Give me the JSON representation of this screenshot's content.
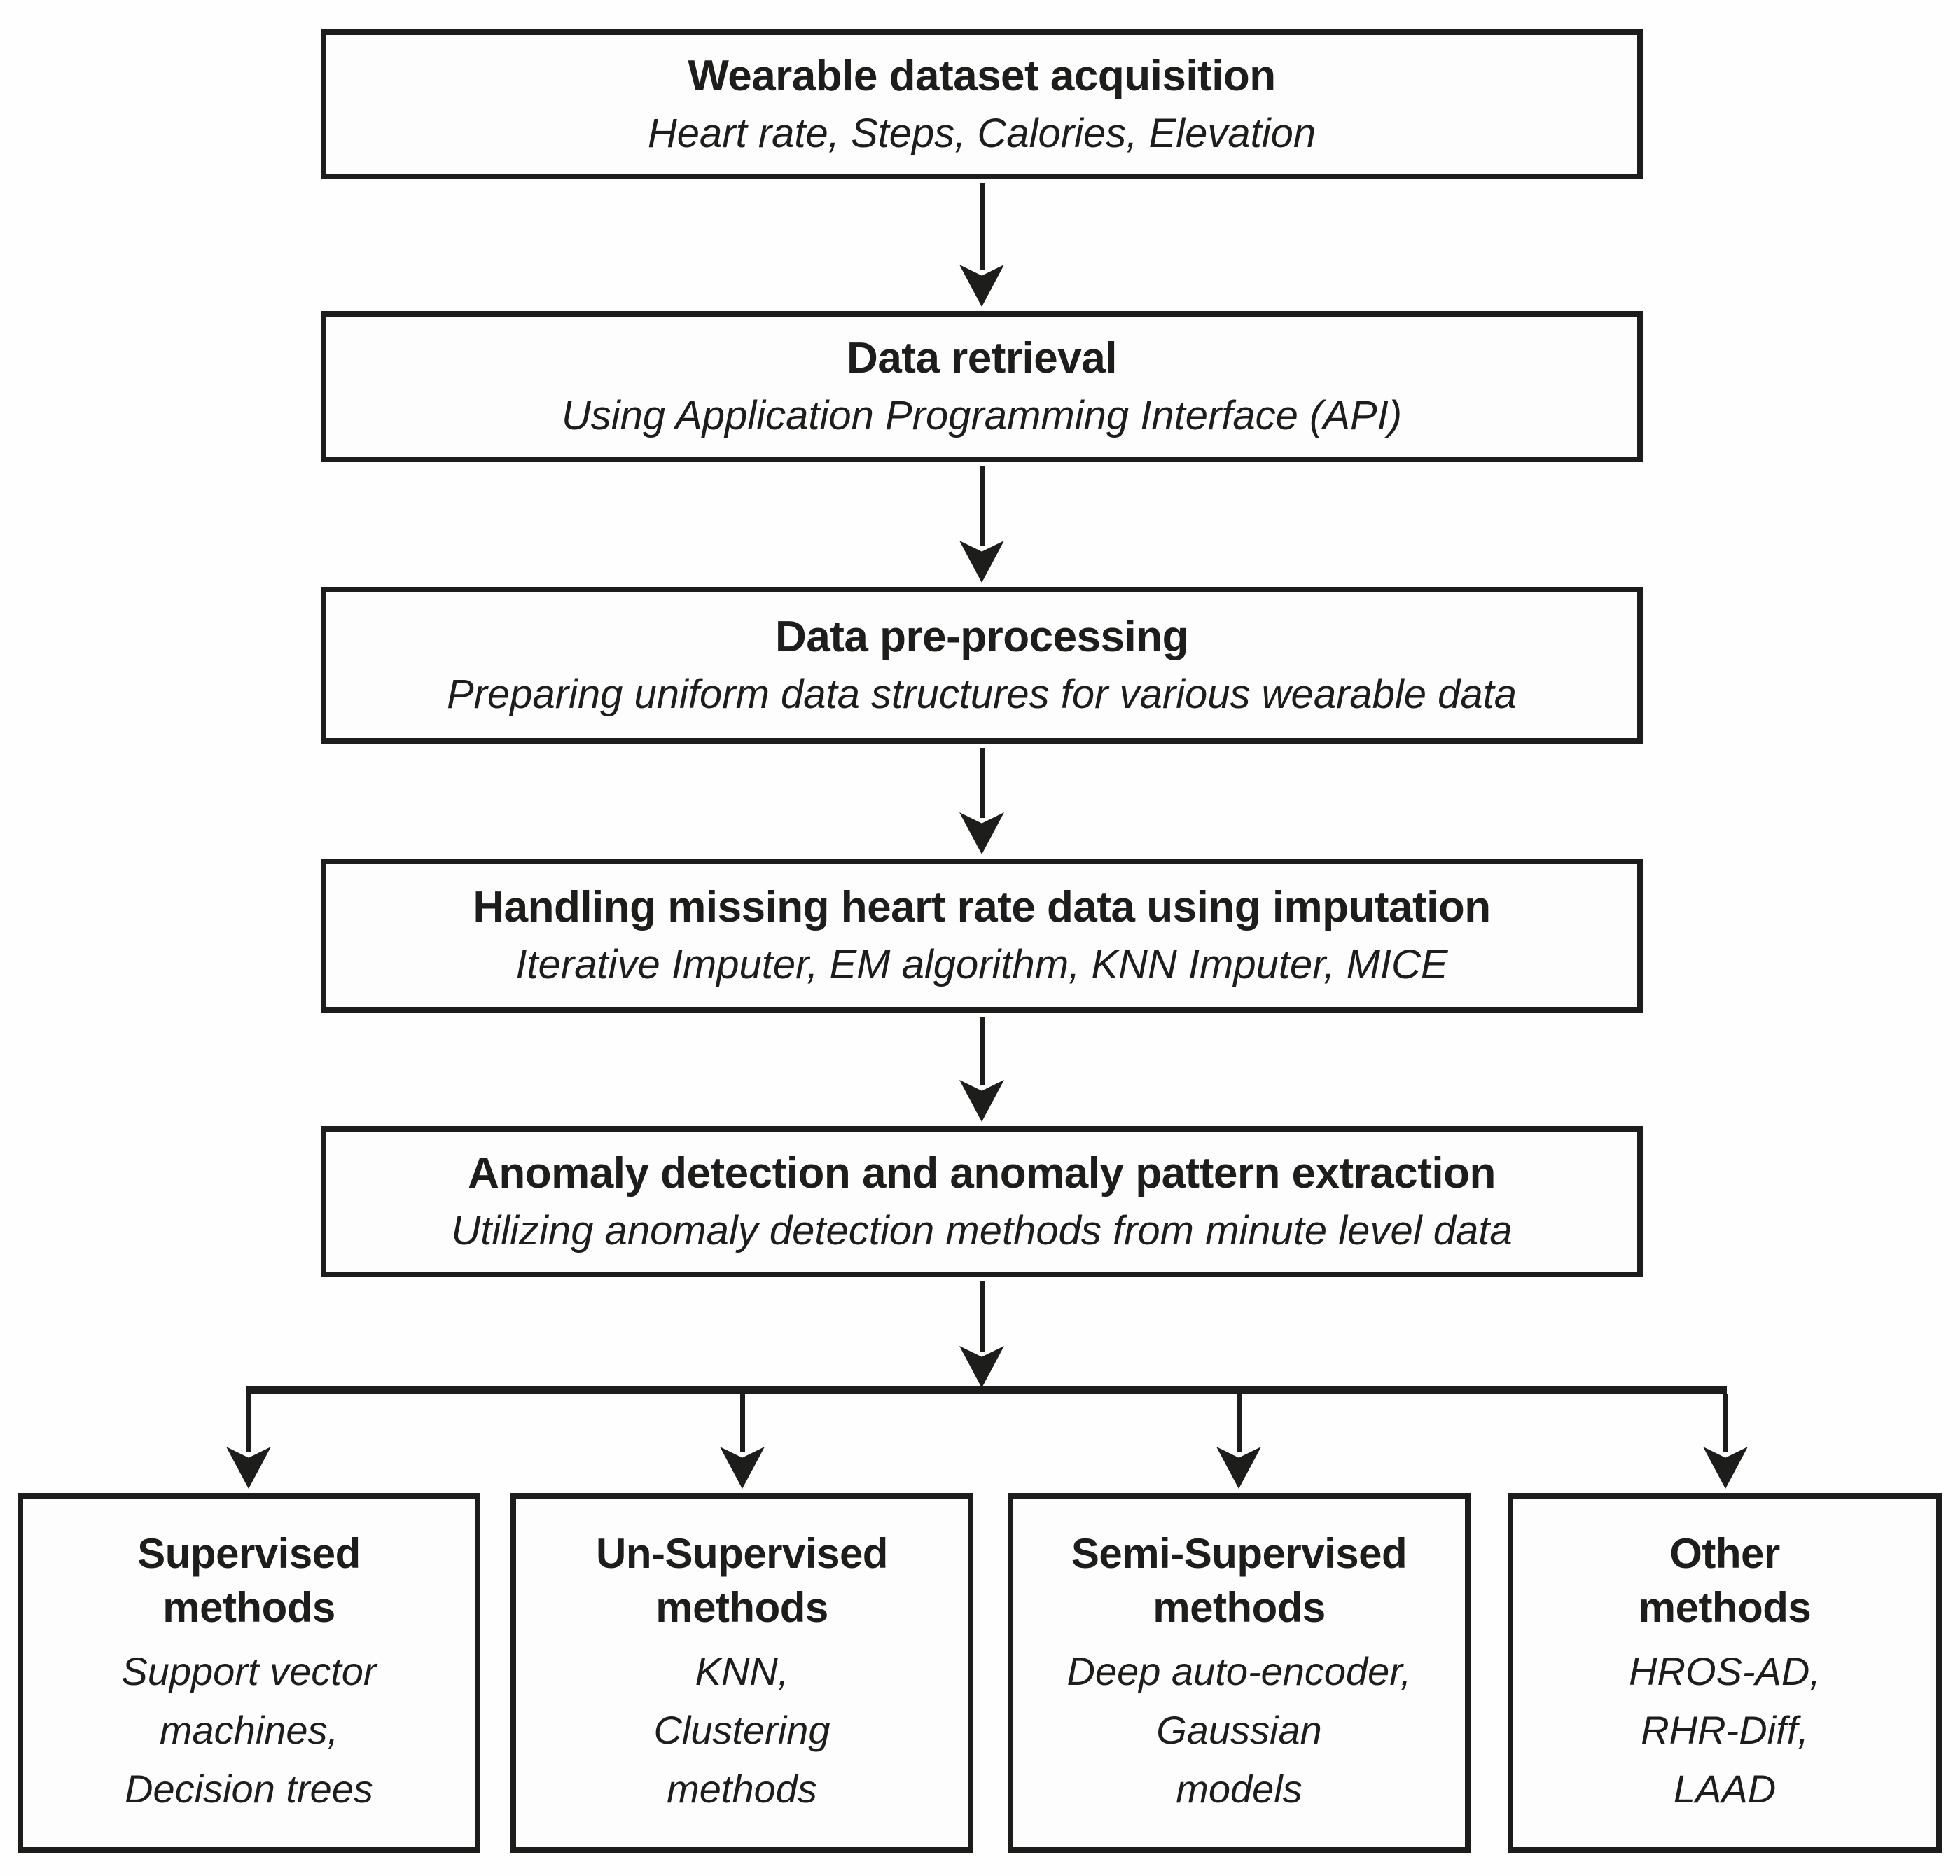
{
  "diagram": {
    "colors": {
      "line": "#1d1d1b",
      "background": "#fefefe",
      "text": "#1d1d1b"
    },
    "flow_boxes": [
      {
        "title": "Wearable dataset acquisition",
        "subtitle": "Heart rate, Steps, Calories, Elevation"
      },
      {
        "title": "Data retrieval",
        "subtitle": "Using Application Programming Interface (API)"
      },
      {
        "title": "Data pre-processing",
        "subtitle": "Preparing uniform data structures for various wearable data"
      },
      {
        "title": "Handling missing heart rate data using imputation",
        "subtitle": "Iterative Imputer, EM algorithm, KNN Imputer, MICE"
      },
      {
        "title": "Anomaly detection and anomaly pattern extraction",
        "subtitle": "Utilizing anomaly detection methods from minute level data"
      }
    ],
    "method_boxes": [
      {
        "title": "Supervised\nmethods",
        "items": "Support vector\nmachines,\nDecision trees"
      },
      {
        "title": "Un-Supervised\nmethods",
        "items": "KNN,\nClustering\nmethods"
      },
      {
        "title": "Semi-Supervised\nmethods",
        "items": "Deep auto-encoder,\nGaussian\nmodels"
      },
      {
        "title": "Other\nmethods",
        "items": "HROS-AD,\nRHR-Diff,\nLAAD"
      }
    ]
  }
}
